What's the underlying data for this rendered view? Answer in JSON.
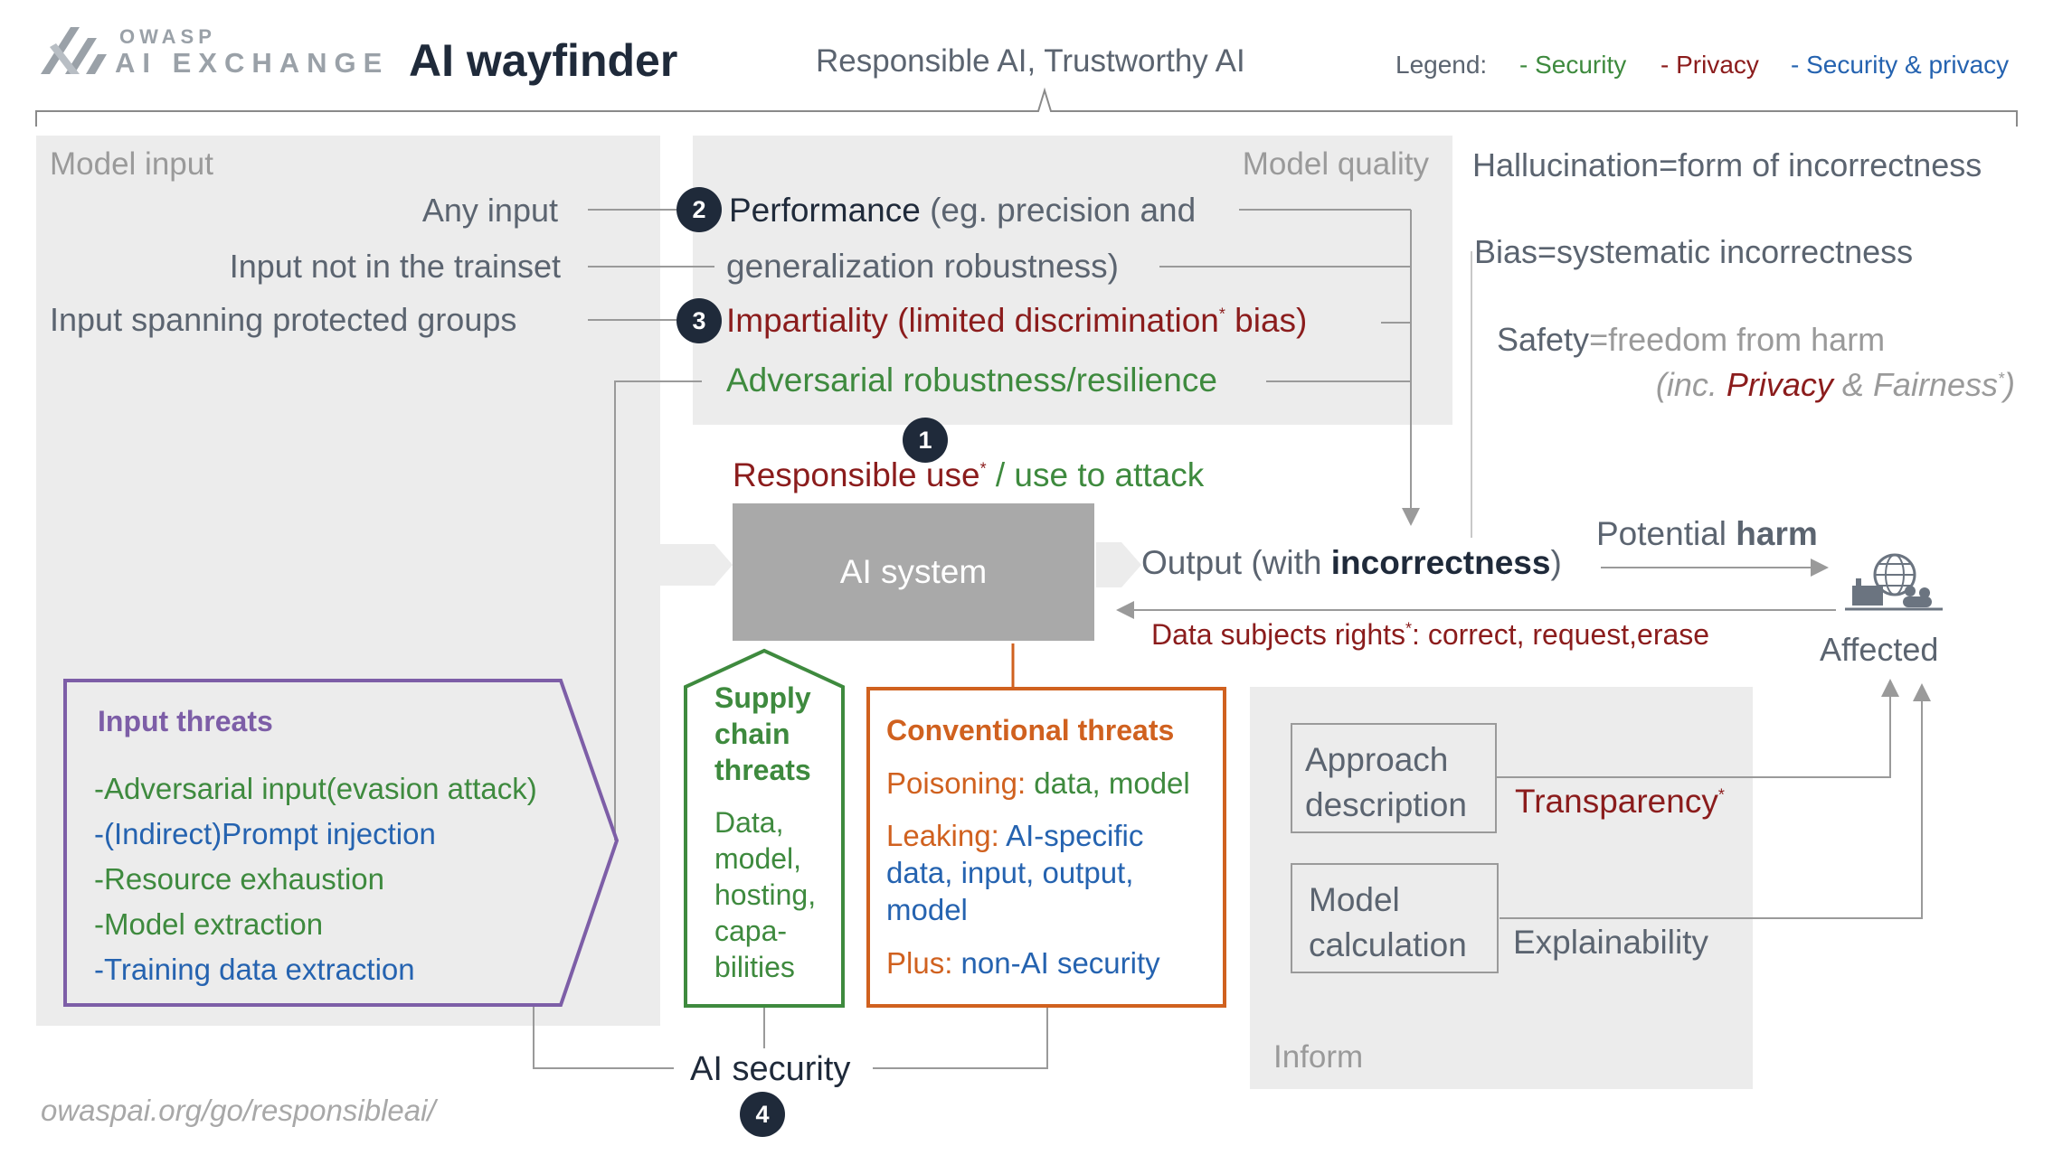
{
  "header": {
    "logo_small": "OWASP",
    "logo_big": "AI EXCHANGE",
    "title": "AI wayfinder",
    "subtitle": "Responsible AI, Trustworthy AI",
    "legend_label": "Legend:",
    "legend_security": "- Security",
    "legend_privacy": "- Privacy",
    "legend_secpriv": "- Security & privacy"
  },
  "model_input": {
    "title": "Model input",
    "any_input": "Any input",
    "not_trainset": "Input not in the trainset",
    "protected": "Input spanning protected groups"
  },
  "model_quality": {
    "title": "Model quality",
    "performance": "Performance",
    "performance_rest": " (eg. precision and",
    "generalization": "generalization robustness)",
    "impartiality_a": "Impartiality (limited discrimination",
    "impartiality_b": " bias)",
    "adversarial": "Adversarial robustness/resilience"
  },
  "right_notes": {
    "hallucination": "Hallucination=form of incorrectness",
    "bias": "Bias=systematic incorrectness",
    "safety_a": "Safety",
    "safety_b": "=freedom from harm",
    "inc_a": "(inc. ",
    "inc_privacy": "Privacy",
    "inc_b": " & Fairness",
    "inc_c": ")"
  },
  "center": {
    "responsible_use": "Responsible use",
    "use_to_attack": " / use to attack",
    "ai_system": "AI system",
    "output_a": "Output (with ",
    "output_bold": "incorrectness",
    "output_c": ")",
    "potential": "Potential ",
    "harm": "harm",
    "dsr_a": "Data subjects rights",
    "dsr_b": ": correct, request,erase",
    "affected": "Affected",
    "asterisk": "*"
  },
  "input_threats": {
    "title": "Input threats",
    "items": [
      {
        "text": "-Adversarial input(evasion attack)",
        "kind": "sec"
      },
      {
        "text": "-(Indirect)Prompt injection",
        "kind": "secpriv"
      },
      {
        "text": "-Resource exhaustion",
        "kind": "sec"
      },
      {
        "text": "-Model extraction",
        "kind": "sec"
      },
      {
        "text": "-Training data extraction",
        "kind": "secpriv"
      }
    ]
  },
  "supply_chain": {
    "title_lines": [
      "Supply",
      "chain",
      "threats"
    ],
    "body_lines": [
      "Data,",
      "model,",
      "hosting,",
      "capa-",
      "bilities"
    ]
  },
  "conventional": {
    "title": "Conventional threats",
    "poison_label": "Poisoning: ",
    "poison_val": "data, model",
    "leak_label": "Leaking: ",
    "leak_l1": "AI-specific",
    "leak_l2": "data, input, output,",
    "leak_l3": "model",
    "plus_label": "Plus: ",
    "plus_val": "non-AI security"
  },
  "inform": {
    "title": "Inform",
    "approach_l1": "Approach",
    "approach_l2": "description",
    "transparency": "Transparency",
    "model_l1": "Model",
    "model_l2": "calculation",
    "explainability": "Explainability"
  },
  "footer": {
    "ai_security": "AI security",
    "url": "owaspai.org/go/responsibleai/"
  },
  "markers": {
    "m1": "1",
    "m2": "2",
    "m3": "3",
    "m4": "4"
  },
  "colors": {
    "security": "#3e8a3e",
    "privacy": "#8b1c1c",
    "security_privacy": "#2563b0",
    "input_threats_border": "#7d5ea7",
    "supply_border": "#3e8a3e",
    "conventional_border": "#d0611f",
    "panel_bg": "#ececec",
    "ai_system_bg": "#a9a9a9",
    "marker_bg": "#1f2a3a"
  }
}
